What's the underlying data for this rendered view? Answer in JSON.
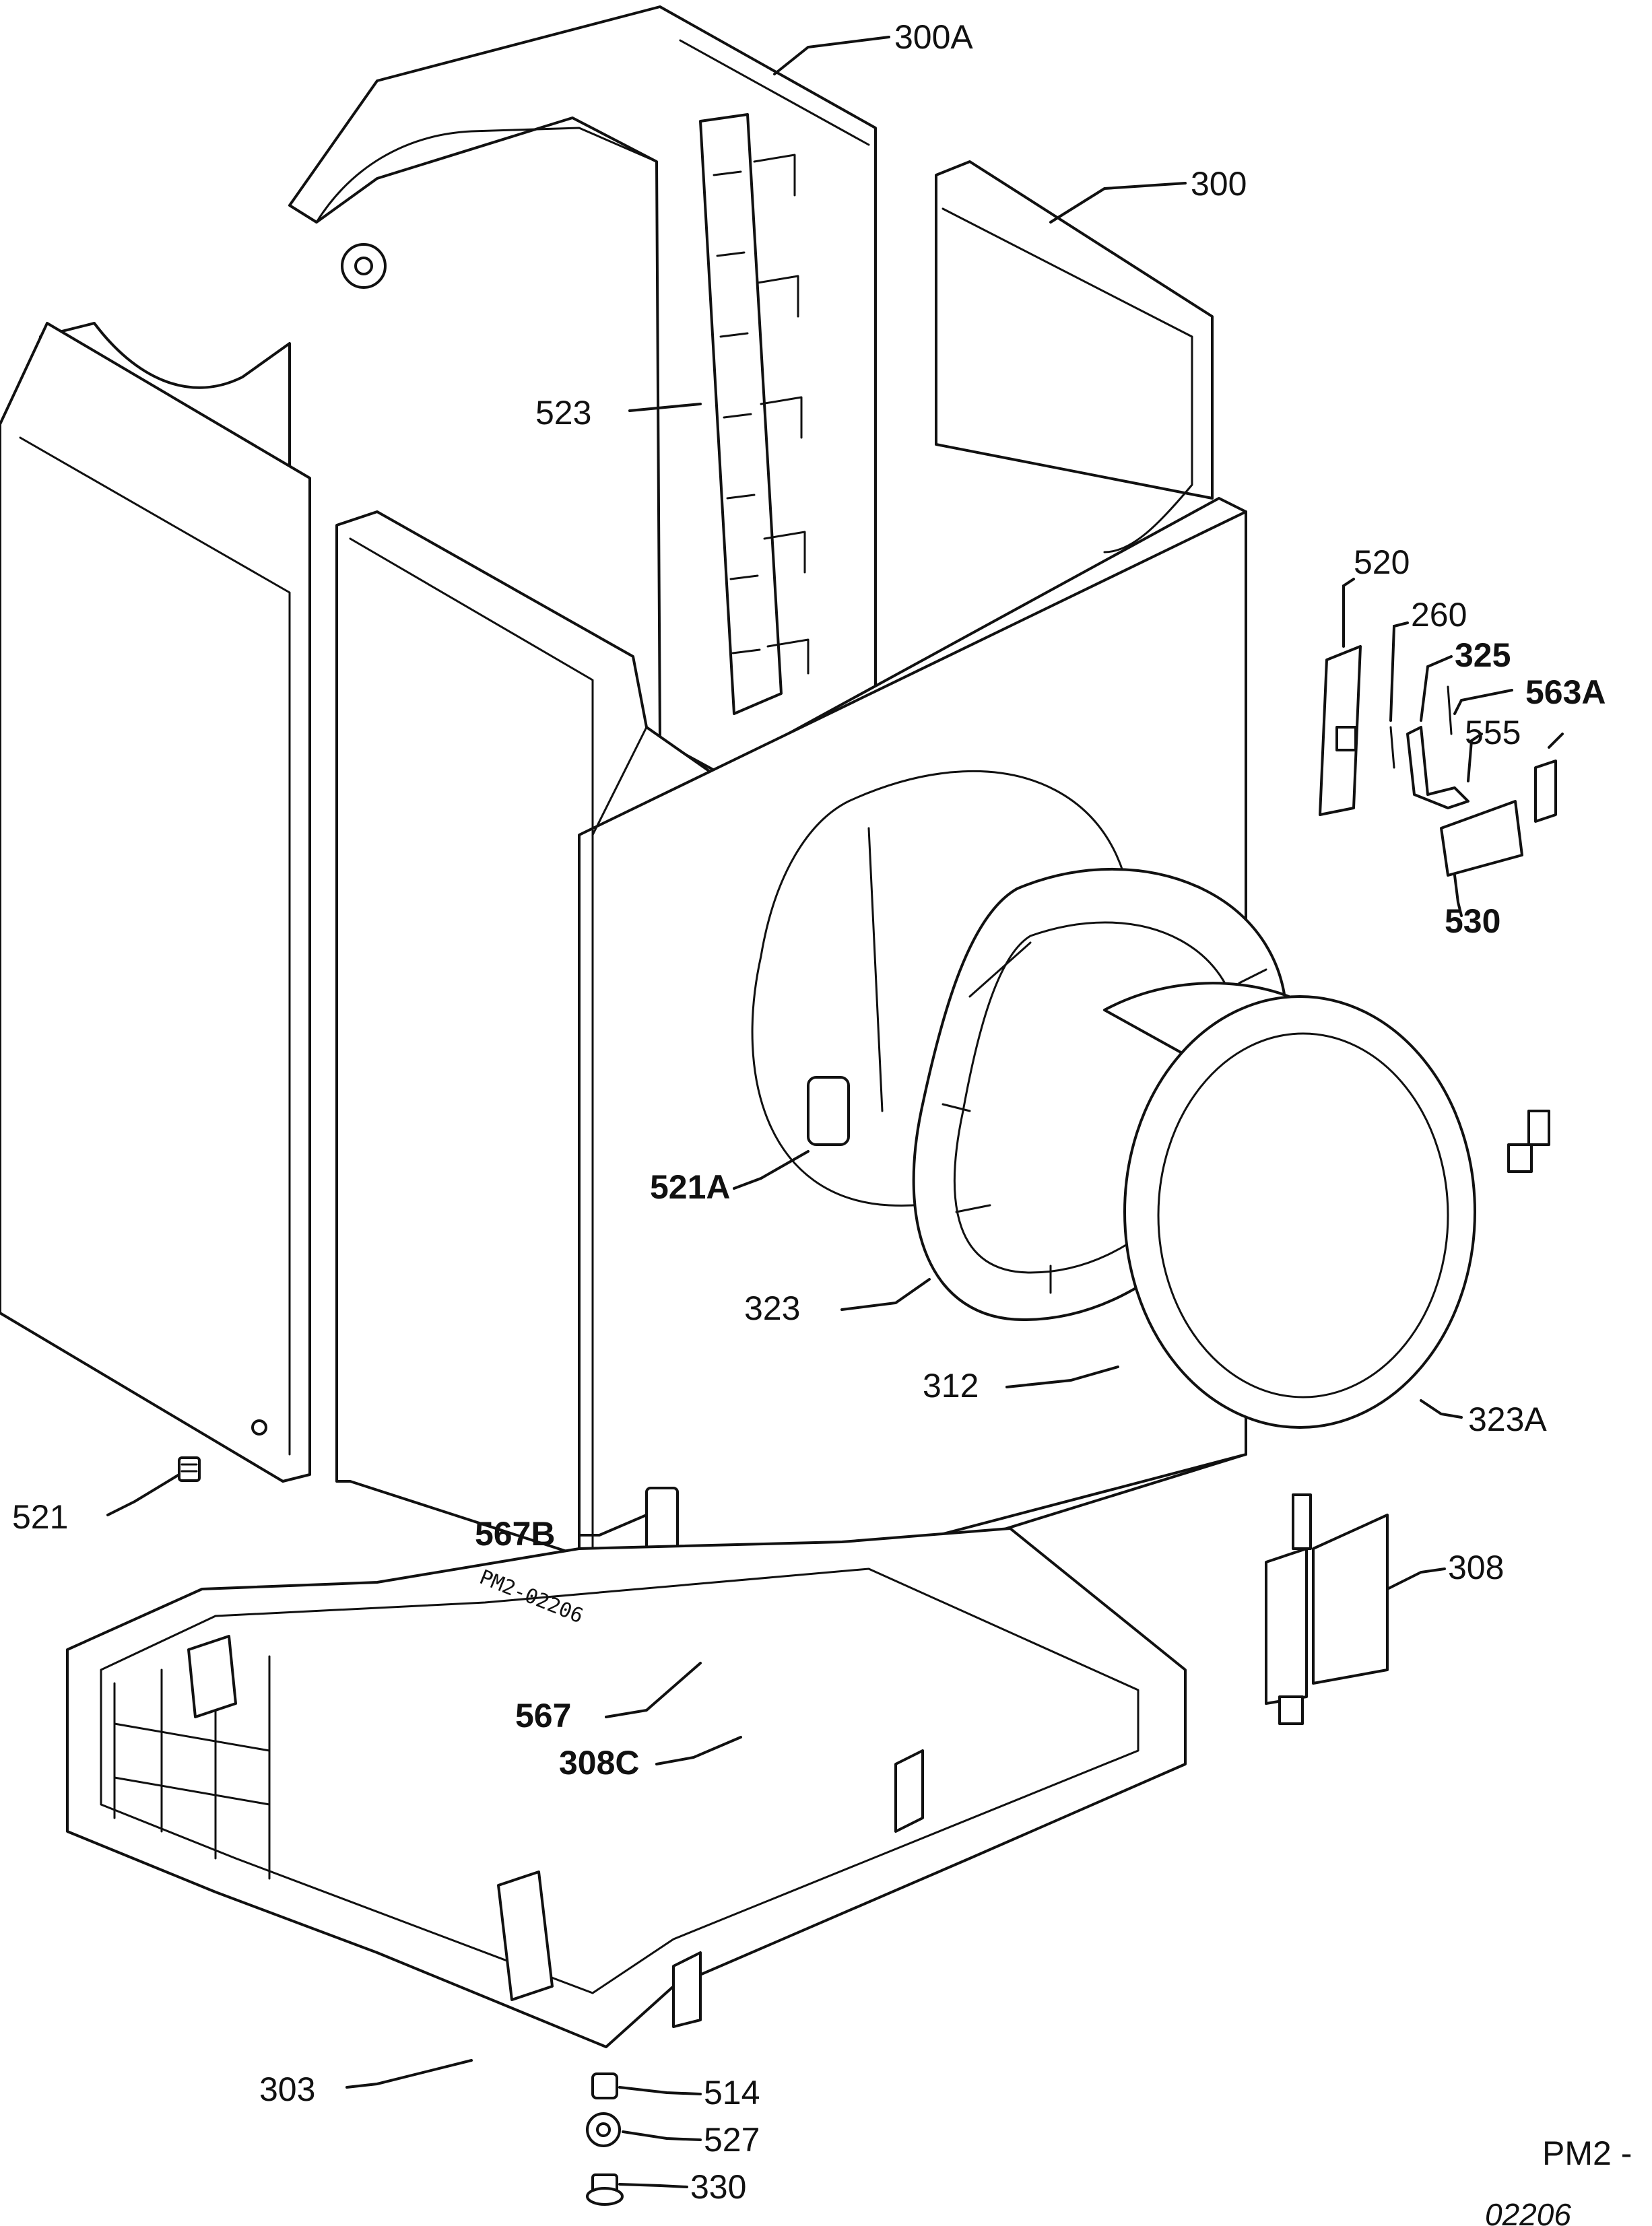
{
  "labels": {
    "l300A": "300A",
    "l300": "300",
    "l523": "523",
    "l520": "520",
    "l260": "260",
    "l325": "325",
    "l563A": "563A",
    "l555": "555",
    "l530": "530",
    "l521A": "521A",
    "l323": "323",
    "l312": "312",
    "l323A": "323A",
    "l521": "521",
    "l567B": "567B",
    "l308": "308",
    "l567": "567",
    "l308C": "308C",
    "l303": "303",
    "l514": "514",
    "l527": "527",
    "l330": "330"
  },
  "stamp": "PM2-02206",
  "reference": {
    "line1": "PM2 -",
    "line2": "02206"
  }
}
